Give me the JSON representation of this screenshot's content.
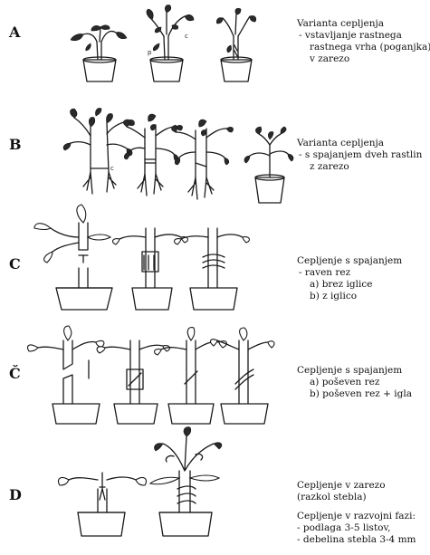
{
  "rows": [
    {
      "letter": "A",
      "caption": {
        "title": "Varianta cepljenja",
        "lines": [
          "-   vstavljanje rastnega",
          "rastnega vrha (poganjka)",
          "v zarezo"
        ]
      },
      "marks": [
        "p",
        "c"
      ]
    },
    {
      "letter": "B",
      "caption": {
        "title": "Varianta cepljenja",
        "lines": [
          "-   s spajanjem dveh rastlin",
          "z zarezo"
        ]
      },
      "marks": [
        "c"
      ]
    },
    {
      "letter": "C",
      "caption": {
        "title": "Cepljenje s spajanjem",
        "lines": [
          "-   raven rez",
          "a)  brez iglice",
          "b)  z iglico"
        ]
      }
    },
    {
      "letter": "Č",
      "caption": {
        "title": "Cepljenje s spajanjem",
        "lines": [
          "a)  poševen rez",
          "b)  poševen rez + igla"
        ]
      }
    },
    {
      "letter": "D",
      "caption": {
        "title": "Cepljenje v zarezo",
        "lines": [
          "(razkol stebla)"
        ],
        "subtitle": "Cepljenje v razvojni fazi:",
        "bullets": [
          "-   podlaga 3-5 listov,",
          "-   debelina stebla 3-4 mm"
        ]
      }
    }
  ]
}
